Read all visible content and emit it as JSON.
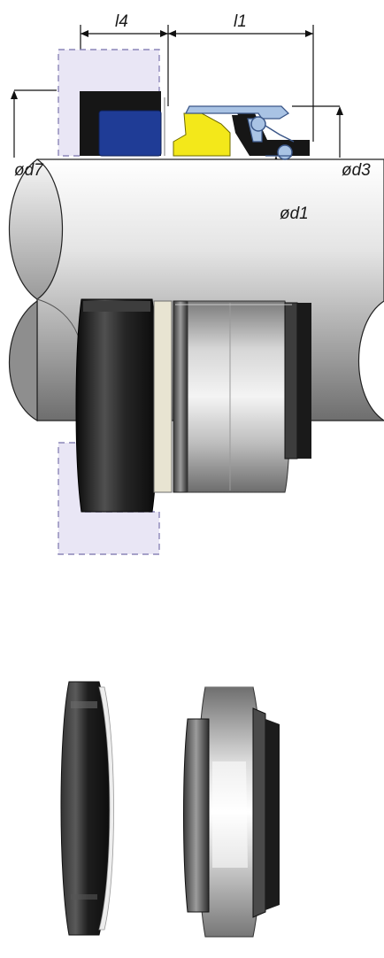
{
  "dimensions": {
    "l4": "l4",
    "l1": "l1",
    "d7": "ød7",
    "d3": "ød3",
    "d1": "ød1"
  },
  "colors": {
    "seat_housing_fill": "#e9e6f5",
    "seat_housing_stroke": "#8b86b8",
    "rubber_black": "#161616",
    "rubber_blue": "#1f3c96",
    "rubber_yellow": "#f3e81a",
    "spring_blue": "#a9c3e4",
    "spring_stroke": "#3a5688"
  },
  "icons": {
    "drawing": "mechanical-seal-section-icon",
    "photo": "mechanical-seal-photo-icon"
  }
}
